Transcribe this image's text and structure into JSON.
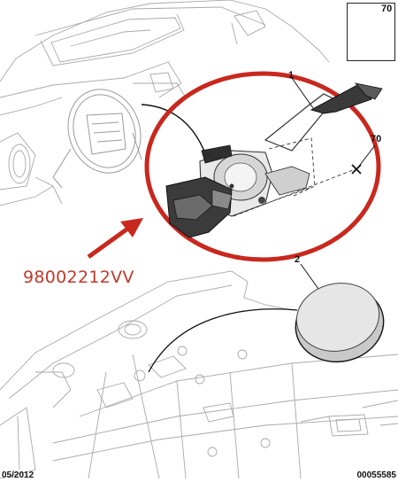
{
  "diagram": {
    "callouts": {
      "screw_box_label": "70",
      "switch_label": "1",
      "fastener_label": "70",
      "cap_label": "2"
    },
    "part_code": "98002212VV",
    "footer": {
      "date": "05/2012",
      "reference": "00055585"
    },
    "colors": {
      "highlight_red": "#c8281e",
      "part_code_text": "#c0392b",
      "line_art": "#9a9a9a",
      "dark_part": "#2a2a2a"
    }
  }
}
